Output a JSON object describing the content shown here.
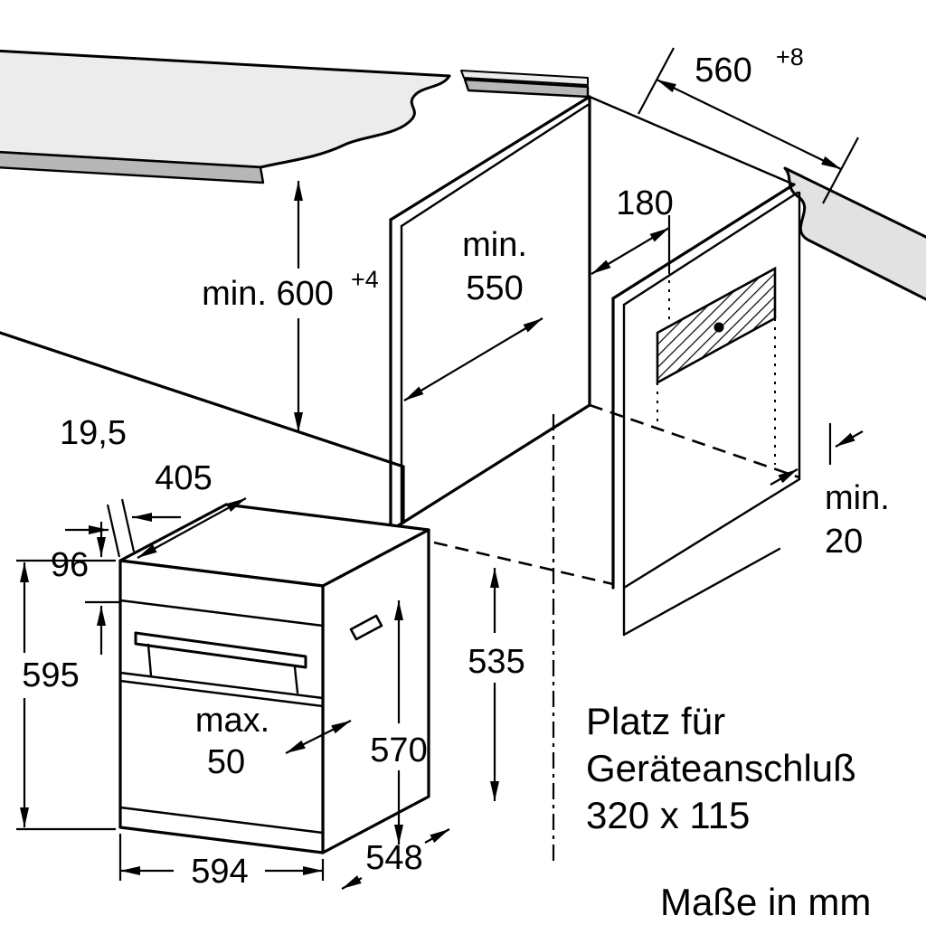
{
  "diagram": {
    "top_dims": {
      "depth": {
        "value": "560",
        "tolerance": "+8"
      },
      "height": {
        "value": "min. 600",
        "tolerance": "+4"
      },
      "inner_depth": {
        "line1": "min.",
        "line2": "550"
      },
      "recess": "180",
      "rear_gap": {
        "line1": "min.",
        "line2": "20"
      }
    },
    "oven_dims": {
      "frame_overhang": "19,5",
      "top_depth": "405",
      "panel_height": "96",
      "height": "595",
      "handle_gap": {
        "line1": "max.",
        "line2": "50"
      },
      "door_height": "570",
      "body_height": "535",
      "width": "594",
      "body_depth": "548"
    },
    "connection_note": {
      "line1": "Platz für",
      "line2": "Geräteanschluß",
      "line3": "320 x 115"
    },
    "units_note": "Maße in mm"
  }
}
